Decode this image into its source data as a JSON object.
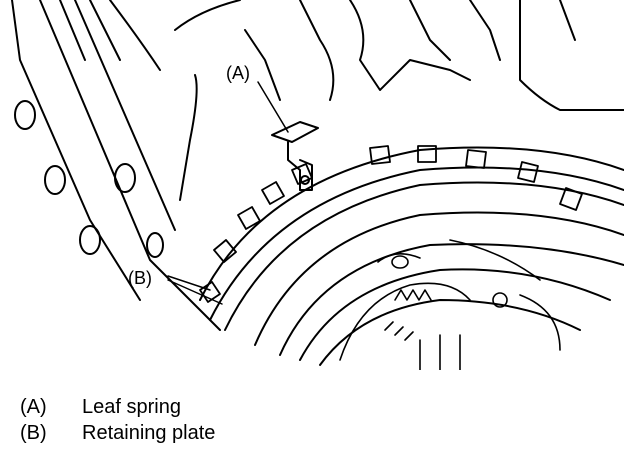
{
  "diagram": {
    "callouts": [
      {
        "id": "A",
        "text": "(A)"
      },
      {
        "id": "B",
        "text": "(B)"
      }
    ],
    "legend": [
      {
        "key": "(A)",
        "label": "Leaf spring"
      },
      {
        "key": "(B)",
        "label": "Retaining plate"
      }
    ]
  }
}
